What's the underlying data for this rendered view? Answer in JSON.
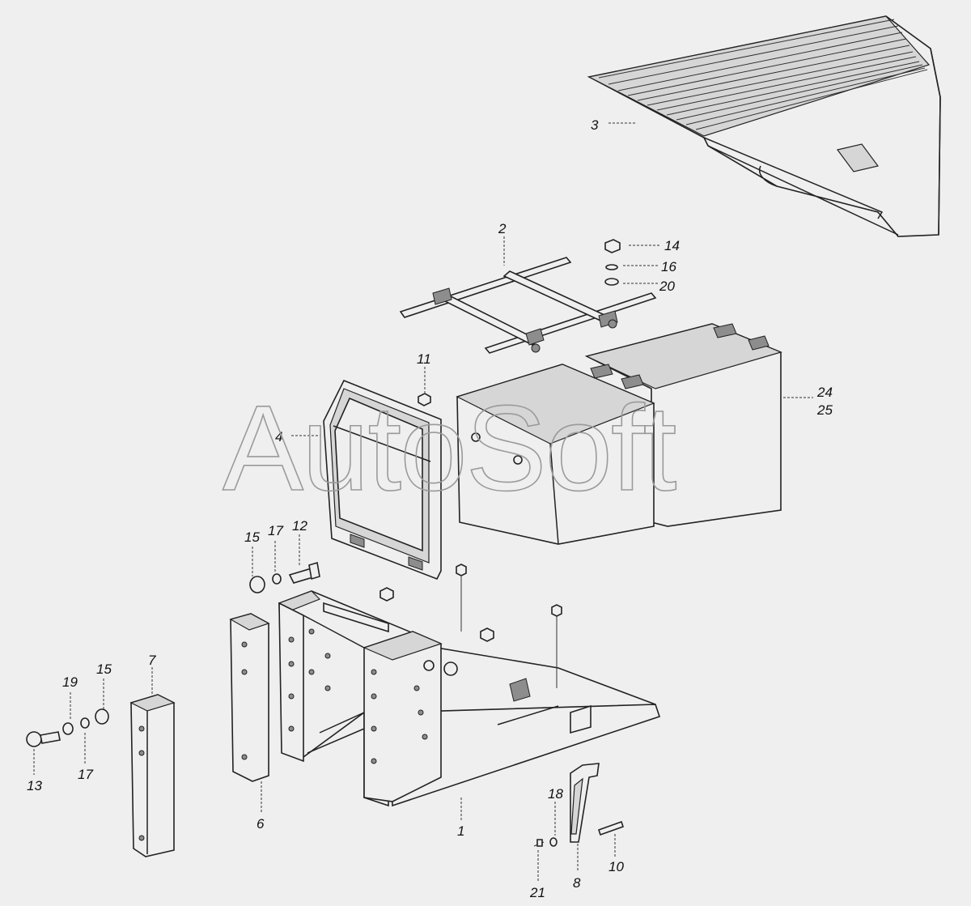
{
  "watermark": "AutoSoft",
  "callouts": {
    "c1": "1",
    "c2": "2",
    "c3": "3",
    "c4": "4",
    "c6": "6",
    "c7": "7",
    "c8": "8",
    "c10": "10",
    "c11": "11",
    "c12": "12",
    "c13": "13",
    "c14": "14",
    "c15a": "15",
    "c15b": "15",
    "c16": "16",
    "c17a": "17",
    "c17b": "17",
    "c18": "18",
    "c19": "19",
    "c20": "20",
    "c21": "21",
    "c24": "24",
    "c25": "25"
  }
}
